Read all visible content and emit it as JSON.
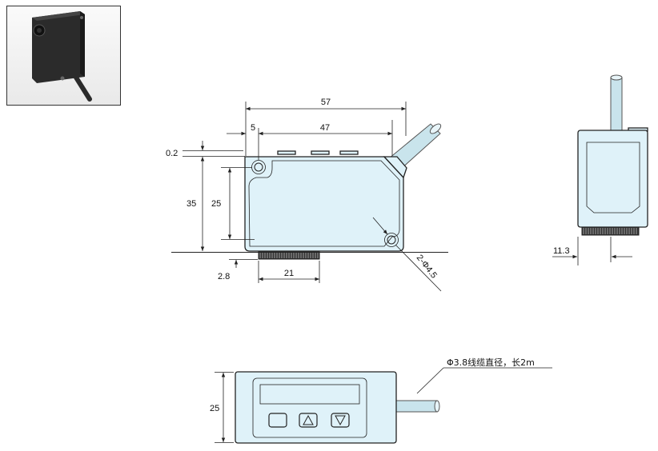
{
  "photo": {
    "name": "sensor-photo"
  },
  "front_view": {
    "dim_overall_width": "57",
    "dim_hole_offset": "5",
    "dim_hole_spacing": "47",
    "dim_top_offset": "0.2",
    "dim_height": "35",
    "dim_hole_vertical": "25",
    "dim_knob_width": "21",
    "dim_knob_height": "2.8",
    "dim_hole_diameter": "2-Φ4.5"
  },
  "side_view": {
    "dim_thickness": "11.3"
  },
  "top_view": {
    "dim_height": "25",
    "cable_note": "Φ3.8线缆直径，长2m"
  },
  "colors": {
    "body_fill": "#dff2f9",
    "cable_fill": "#c9e4ec",
    "line": "#222222"
  }
}
